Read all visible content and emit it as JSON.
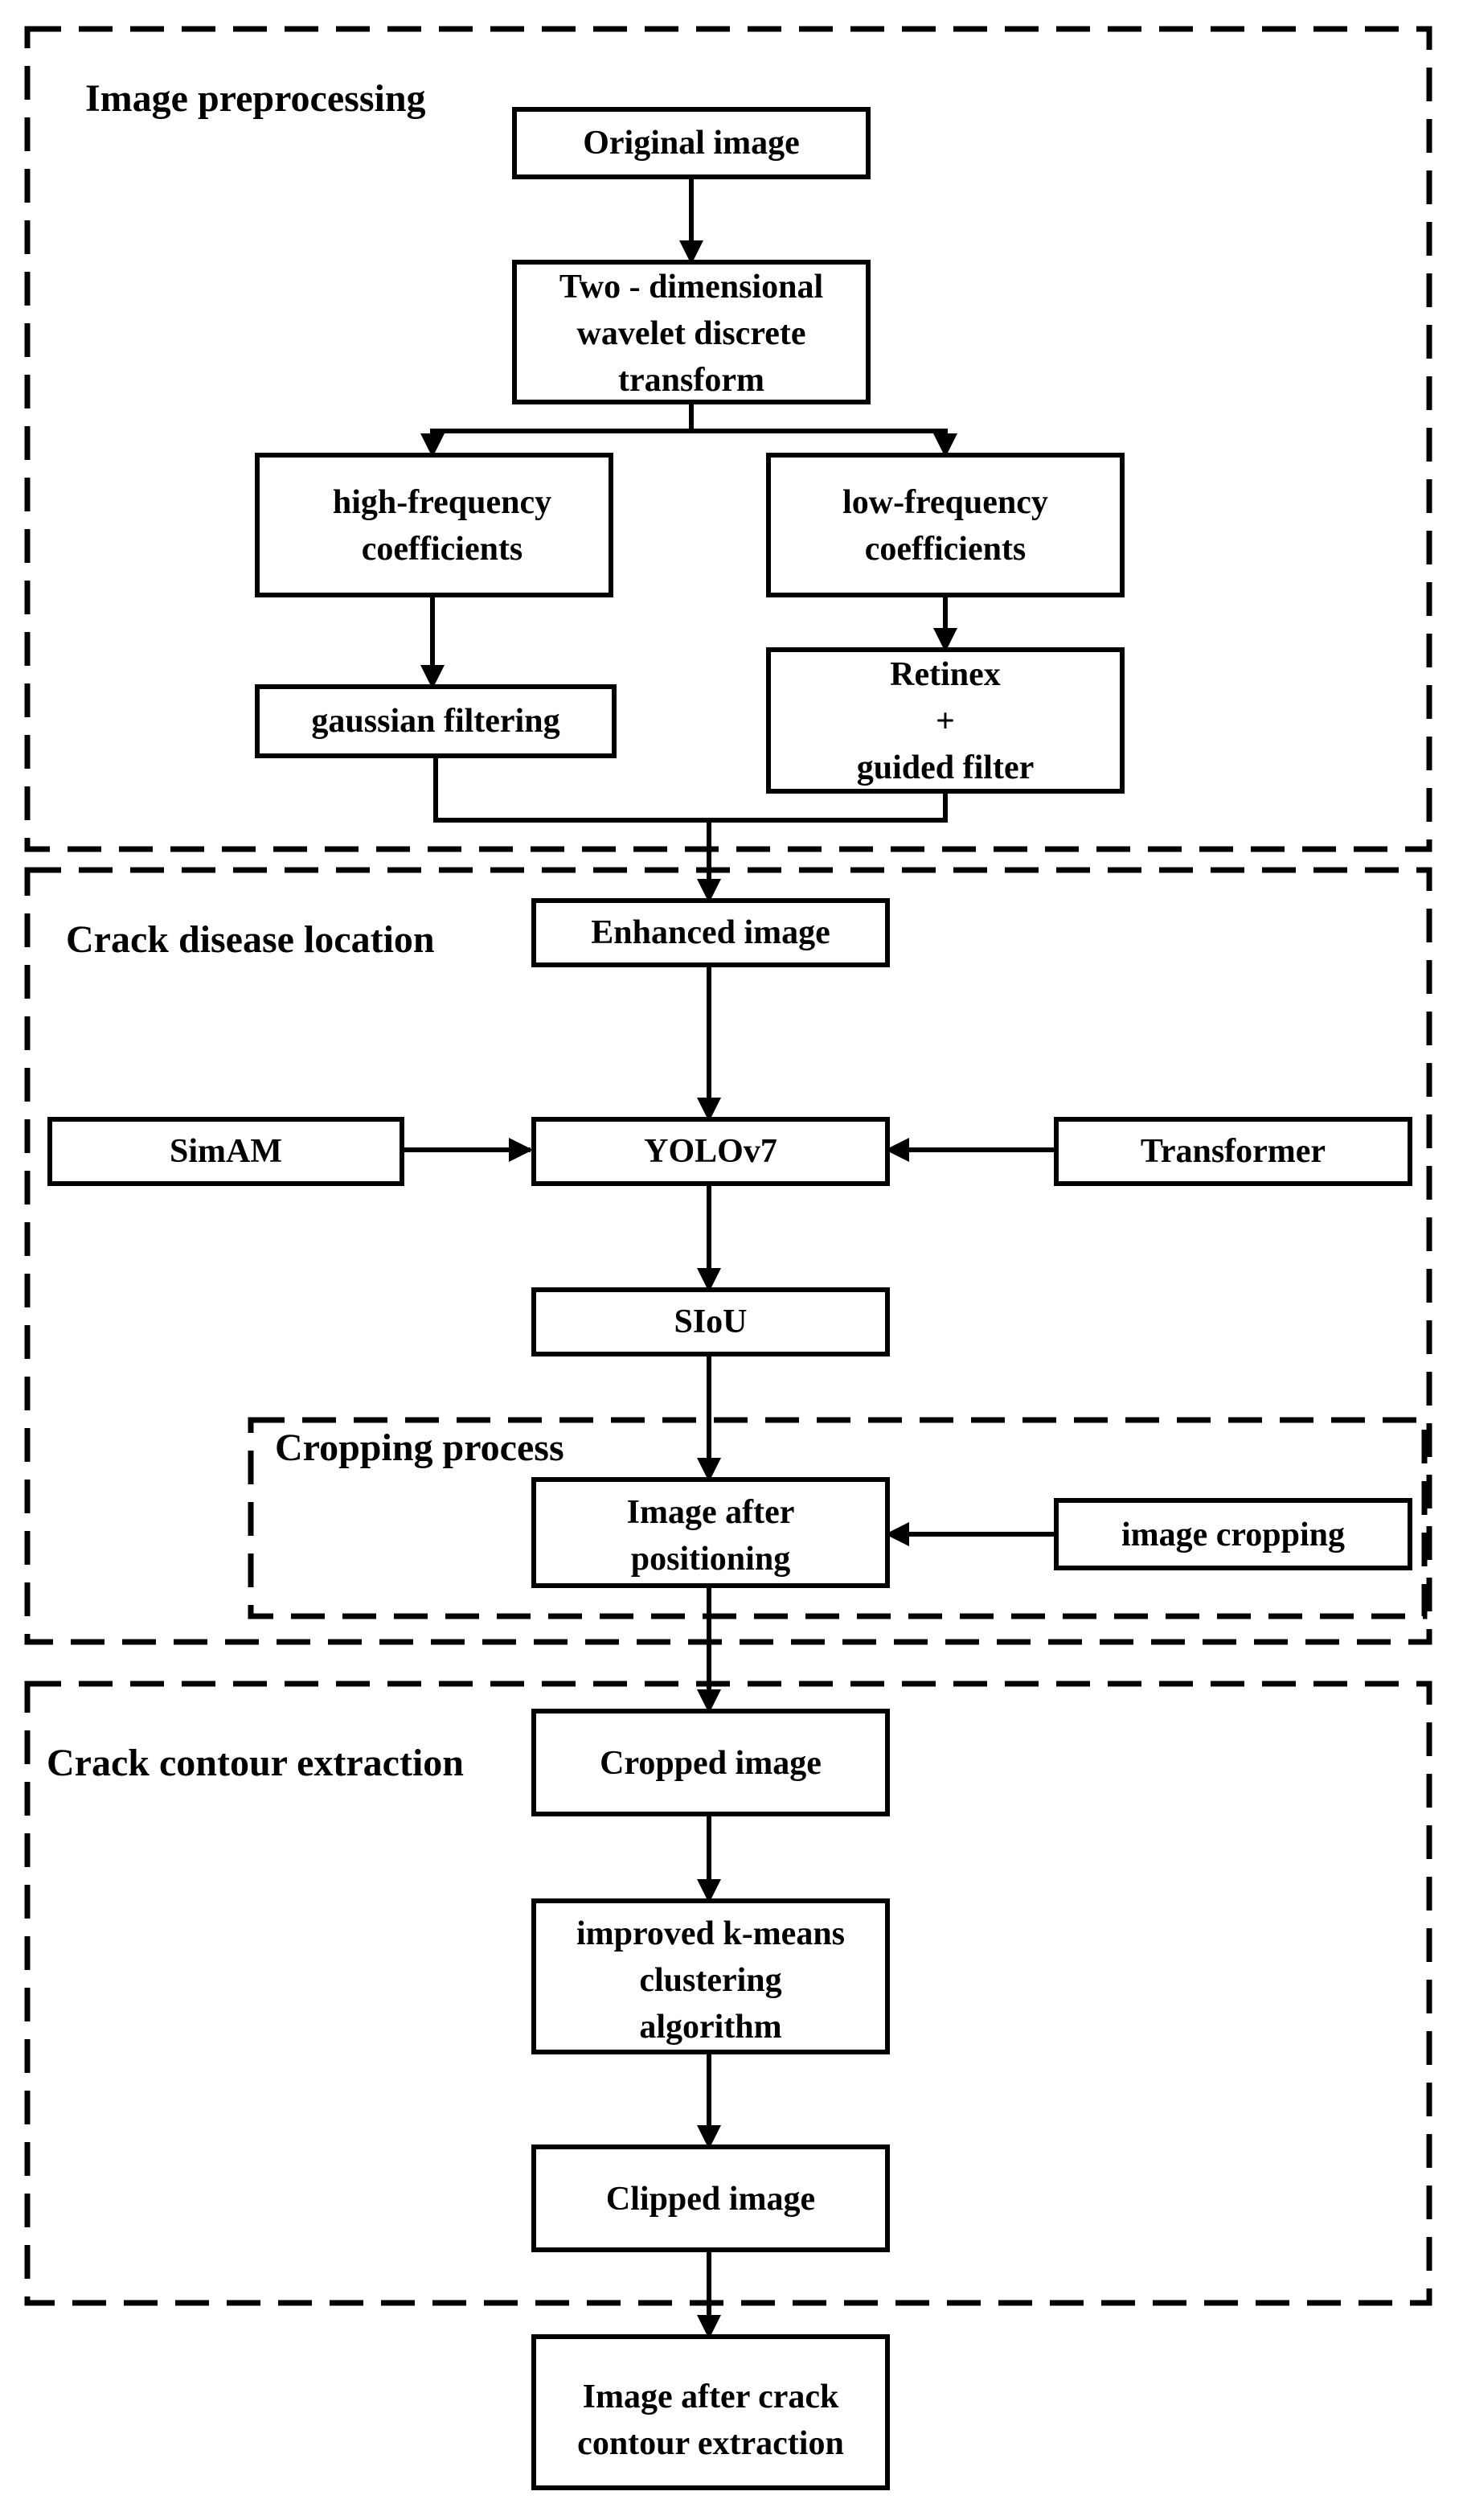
{
  "groups": {
    "preprocessing": "Image preprocessing",
    "location": "Crack disease location",
    "cropping": "Cropping process",
    "extraction": "Crack contour extraction"
  },
  "nodes": {
    "original_image": [
      "Original image"
    ],
    "wavelet_transform": [
      "Two - dimensional",
      "wavelet discrete",
      "transform"
    ],
    "high_freq": [
      "high-frequency",
      "coefficients"
    ],
    "low_freq": [
      "low-frequency",
      "coefficients"
    ],
    "gaussian": [
      "gaussian filtering"
    ],
    "retinex": [
      "Retinex",
      "+",
      "guided filter"
    ],
    "enhanced_image": [
      "Enhanced image"
    ],
    "simam": [
      "SimAM"
    ],
    "yolov7": [
      "YOLOv7"
    ],
    "transformer": [
      "Transformer"
    ],
    "siou": [
      "SIoU"
    ],
    "image_after_positioning": [
      "Image after",
      "positioning"
    ],
    "image_cropping": [
      "image cropping"
    ],
    "cropped_image": [
      "Cropped image"
    ],
    "kmeans": [
      "improved k-means",
      "clustering",
      "algorithm"
    ],
    "clipped_image": [
      "Clipped image"
    ],
    "final_image": [
      "Image after crack",
      "contour extraction"
    ]
  }
}
